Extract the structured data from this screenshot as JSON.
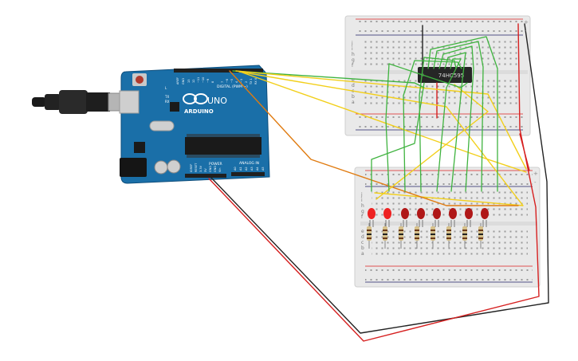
{
  "arduino": {
    "logo_text": "ARDUINO",
    "model": "UNO",
    "digital_label": "DIGITAL (PWM ~)",
    "power_label": "POWER",
    "analog_label": "ANALOG IN",
    "tx_label": "TX",
    "rx_label": "RX",
    "l_label": "L",
    "aref_label": "AREF",
    "gnd_label": "GND",
    "ioref_label": "IOREF",
    "reset_label": "RESET",
    "v33_label": "3.3V",
    "v5_label": "5V",
    "vin_label": "Vin",
    "analog_pins": [
      "A0",
      "A1",
      "A2",
      "A3",
      "A4",
      "A5"
    ],
    "digital_pins": [
      "13",
      "12",
      "~11",
      "~10",
      "~9",
      "8",
      "7",
      "~6",
      "~5",
      "4",
      "~3",
      "2",
      "TX 1",
      "RX 0"
    ]
  },
  "shift_register": {
    "label": "74HC595"
  },
  "breadboard": {
    "row_letters_top": [
      "j",
      "i",
      "h",
      "g",
      "f"
    ],
    "row_letters_bottom": [
      "e",
      "d",
      "c",
      "b",
      "a"
    ],
    "rail_plus": "+",
    "rail_minus": "-"
  },
  "colors": {
    "board_blue": "#1a6fa8",
    "breadboard": "#e9e9e9",
    "wire_green": "#3fb33f",
    "wire_yellow": "#f2cf1a",
    "wire_orange": "#e07b10",
    "wire_red": "#d62020",
    "wire_black": "#222222",
    "led_red": "#b01818",
    "led_bright": "#ee2222"
  }
}
